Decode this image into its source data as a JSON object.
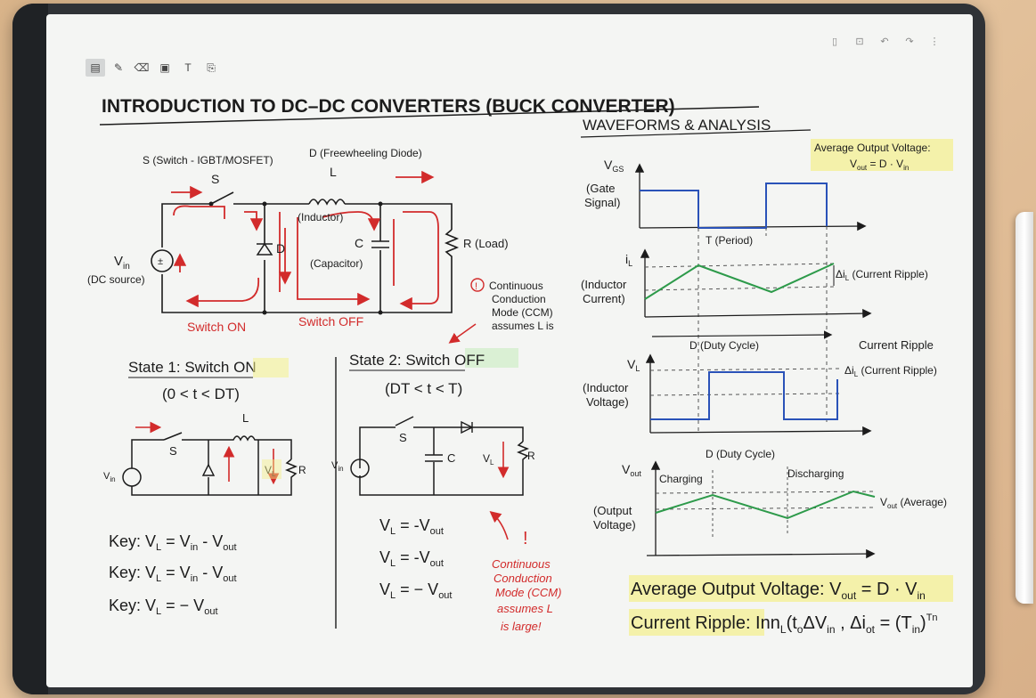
{
  "toolbar": {
    "icons": [
      "sidebar-icon",
      "pen-icon",
      "eraser-icon",
      "save-icon",
      "text-icon",
      "clipboard-icon"
    ]
  },
  "topright": {
    "icons": [
      "lock-icon",
      "share-icon",
      "undo-icon",
      "redo-icon",
      "more-icon"
    ]
  },
  "title": "INTRODUCTION TO DC–DC CONVERTERS (BUCK CONVERTER)",
  "circuit": {
    "switch_label": "S (Switch - IGBT/MOSFET)",
    "diode_label": "D (Freewheeling Diode)",
    "L": "L",
    "S": "S",
    "D": "D",
    "C": "C",
    "inductor": "(Inductor)",
    "capacitor": "(Capacitor)",
    "load": "R (Load)",
    "vin": "V",
    "vin_sub": "in",
    "dc_source": "(DC source)",
    "switch_on": "Switch ON",
    "switch_off": "Switch OFF"
  },
  "ccm_note": [
    "Continuous",
    "Conduction",
    "Mode (CCM)",
    "assumes L is"
  ],
  "state1": {
    "title_a": "State 1: Switch ",
    "title_b": "ON",
    "range": "(0 < t < DT)",
    "L": "L",
    "S": "S",
    "VL": "V",
    "VL_sub": "L",
    "R": "R",
    "Vin": "V",
    "Vin_sub": "in",
    "keys": [
      "Key: V",
      "Key: V",
      "Key: V"
    ]
  },
  "state2": {
    "title_a": "State 2: Switch ",
    "title_b": "OFF",
    "range": "(DT < t < T)",
    "S": "S",
    "C": "C",
    "VL": "V",
    "VL_sub": "L",
    "R": "R",
    "Vin": "V",
    "Vin_sub": "in"
  },
  "eqs_left": [
    {
      "a": "Key: V",
      "b": "L",
      "c": " = V",
      "d": "in",
      "e": " - V",
      "f": "out"
    },
    {
      "a": "Key: V",
      "b": "L",
      "c": " =  V",
      "d": "in",
      "e": " - V",
      "f": "out"
    },
    {
      "a": "Key: V",
      "b": "L",
      "c": " = − V",
      "d": "",
      "e": "",
      "f": "out"
    }
  ],
  "eqs_mid": [
    {
      "a": "V",
      "b": "L",
      "c": " = -V",
      "f": "out"
    },
    {
      "a": "V",
      "b": "L",
      "c": " = -V",
      "f": "out"
    },
    {
      "a": "V",
      "b": "L",
      "c": " = − V",
      "f": "out"
    }
  ],
  "red_note": [
    "Continuous",
    "Conduction",
    "Mode (CCM)",
    "assumes L",
    "is large!"
  ],
  "waveforms": {
    "heading": "WAVEFORMS & ANALYSIS",
    "avg_box_1": "Average Output Voltage:",
    "avg_box_2": "V",
    "avg_box_2_sub": "out",
    "avg_box_2_rest": " = D · V",
    "avg_box_2_sub2": "in",
    "vgs": "V",
    "vgs_sub": "GS",
    "gate": [
      "(Gate",
      "Signal)"
    ],
    "period": "T (Period)",
    "il": "i",
    "il_sub": "L",
    "inductor_current": [
      "(Inductor",
      "Current)"
    ],
    "ripple1": "Δi",
    "ripple1_sub": "L",
    "ripple1_rest": " (Current Ripple)",
    "duty1": "D (Duty Cycle)",
    "current_ripple": "Current Ripple",
    "ripple2": "Δi",
    "ripple2_sub": "L",
    "ripple2_rest": " (Current Ripple)",
    "vl": "V",
    "vl_sub": "L",
    "inductor_voltage": [
      "(Inductor",
      "Voltage)"
    ],
    "duty2": "D (Duty Cycle)",
    "vout": "V",
    "vout_sub": "out",
    "charging": "Charging",
    "discharging": "Discharging",
    "output_voltage": [
      "(Output",
      "Voltage)"
    ],
    "vout_avg": "V",
    "vout_avg_sub": "out",
    "vout_avg_rest": " (Average)"
  },
  "bottom": {
    "avg_line_a": "Average Output Voltage: V",
    "avg_line_sub": "out",
    "avg_line_b": " = D · V",
    "avg_line_sub2": "in",
    "ripple_line_a": "Current Ripple: Inn",
    "ripple_line_b": "L",
    "ripple_line_c": "(t",
    "ripple_line_d": "o",
    "ripple_line_e": "ΔV",
    "ripple_line_f": "in",
    "ripple_line_g": " , Δi",
    "ripple_line_h": "ot",
    "ripple_line_i": " = (T",
    "ripple_line_j": "in",
    "ripple_line_k": ")",
    "ripple_line_l": "Tn"
  },
  "colors": {
    "blue": "#2a52b8",
    "green": "#2d9a4a",
    "red": "#d22b2b",
    "highlight_yellow": "#f4f08a",
    "highlight_green": "#cfeec6",
    "ink": "#1c1c1c"
  }
}
